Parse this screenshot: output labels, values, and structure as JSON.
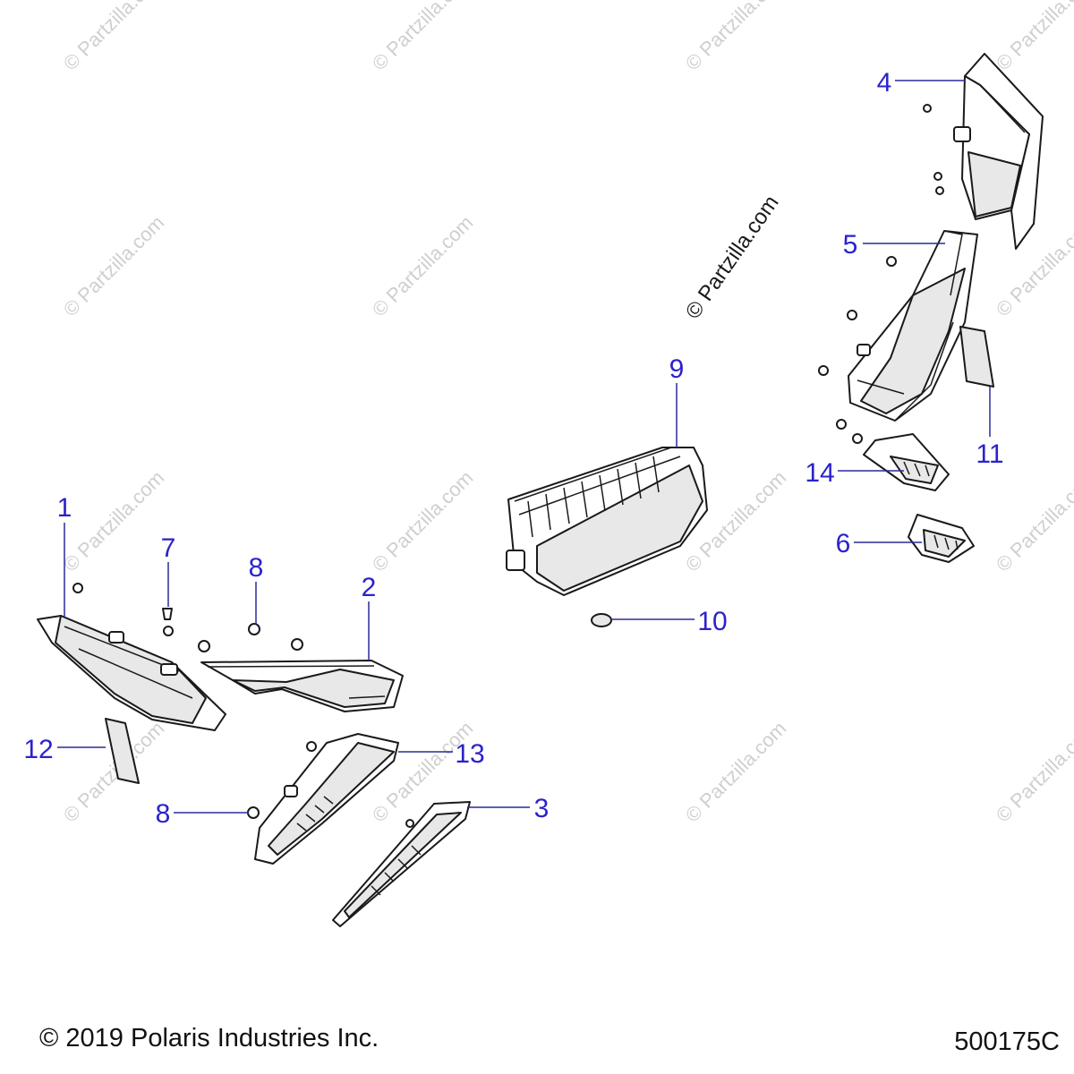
{
  "diagram": {
    "watermark": "© Partzilla.com",
    "callouts": [
      "1",
      "2",
      "3",
      "4",
      "5",
      "6",
      "7",
      "8",
      "8",
      "9",
      "10",
      "11",
      "12",
      "13",
      "14"
    ]
  },
  "footer": {
    "copyright": "© 2019 Polaris Industries Inc.",
    "diagram_id": "500175C"
  },
  "colors": {
    "callout": "#2b22cc",
    "line": "#1a1a1a",
    "watermark": "#cfcfcf"
  }
}
